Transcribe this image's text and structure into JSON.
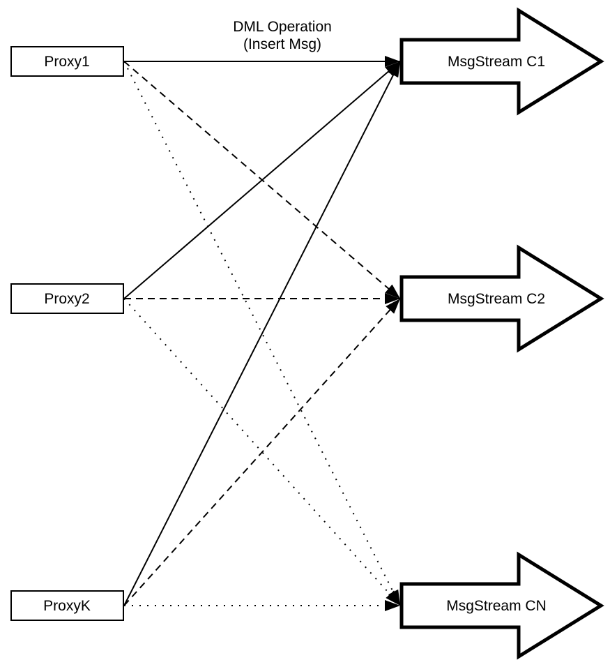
{
  "diagram": {
    "colors": {
      "stroke": "#000000",
      "shape_fill": "#ffffff",
      "background": "#ffffff"
    },
    "edge_label": {
      "line1": "DML Operation",
      "line2": "(Insert Msg)"
    },
    "proxies": [
      {
        "id": "proxy1",
        "label": "Proxy1"
      },
      {
        "id": "proxy2",
        "label": "Proxy2"
      },
      {
        "id": "proxyk",
        "label": "ProxyK"
      }
    ],
    "streams": [
      {
        "id": "c1",
        "label": "MsgStream C1",
        "incoming_line_style": "solid"
      },
      {
        "id": "c2",
        "label": "MsgStream C2",
        "incoming_line_style": "dashed"
      },
      {
        "id": "cn",
        "label": "MsgStream CN",
        "incoming_line_style": "dotted"
      }
    ],
    "edges": [
      {
        "from": "Proxy1",
        "to": "MsgStream C1",
        "style": "solid",
        "label": "DML Operation (Insert Msg)"
      },
      {
        "from": "Proxy1",
        "to": "MsgStream C2",
        "style": "dashed"
      },
      {
        "from": "Proxy1",
        "to": "MsgStream CN",
        "style": "dotted"
      },
      {
        "from": "Proxy2",
        "to": "MsgStream C1",
        "style": "solid"
      },
      {
        "from": "Proxy2",
        "to": "MsgStream C2",
        "style": "dashed"
      },
      {
        "from": "Proxy2",
        "to": "MsgStream CN",
        "style": "dotted"
      },
      {
        "from": "ProxyK",
        "to": "MsgStream C1",
        "style": "solid"
      },
      {
        "from": "ProxyK",
        "to": "MsgStream C2",
        "style": "dashed"
      },
      {
        "from": "ProxyK",
        "to": "MsgStream CN",
        "style": "dotted"
      }
    ]
  }
}
